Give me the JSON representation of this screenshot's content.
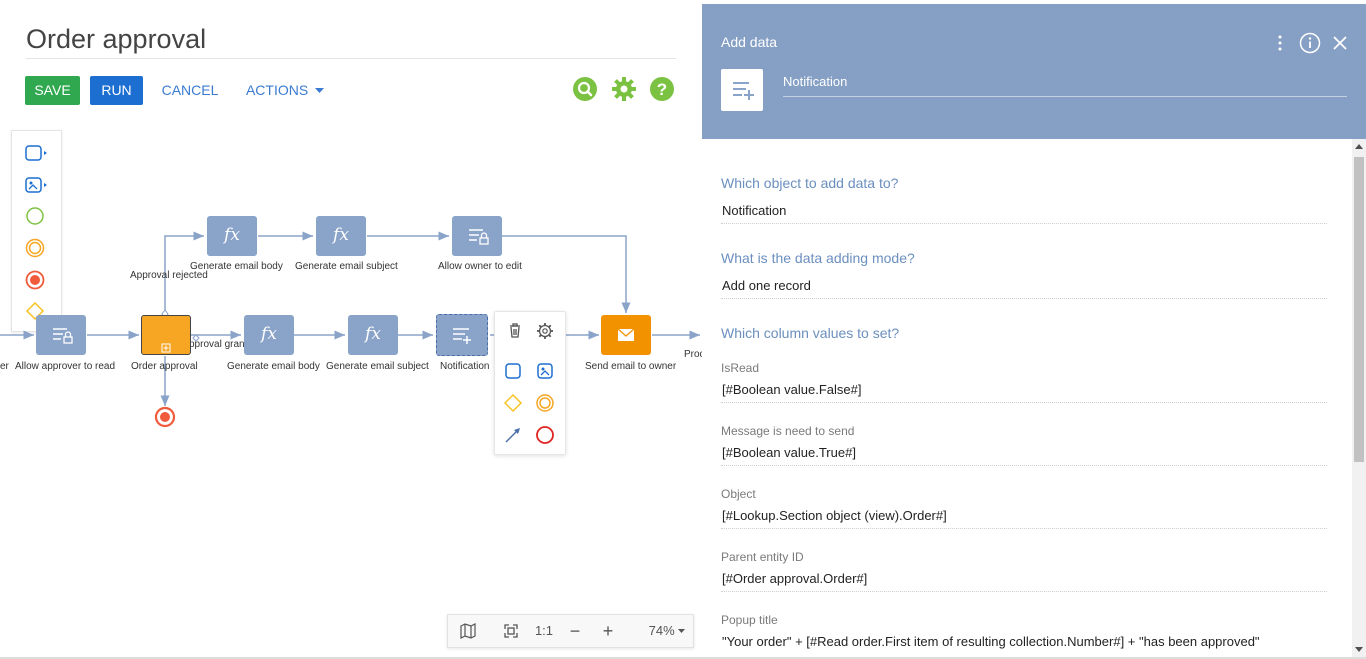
{
  "designer": {
    "title": "Order approval",
    "buttons": {
      "save": "SAVE",
      "run": "RUN",
      "cancel": "CANCEL",
      "actions": "ACTIONS"
    },
    "toolbar_icons": [
      "search-icon",
      "settings-gear-icon",
      "help-icon"
    ],
    "palette_icons": [
      "task-icon",
      "subprocess-icon",
      "start-event-icon",
      "intermediate-event-icon",
      "end-event-icon",
      "gateway-icon"
    ],
    "elements": {
      "allow_approver": "Allow approver to read",
      "order_approval": "Order approval",
      "gen_body_1": "Generate email body",
      "gen_subject_1": "Generate email subject",
      "notification": "Notification",
      "send_email": "Send email to owner",
      "gen_body_2": "Generate email body",
      "gen_subject_2": "Generate email subject",
      "allow_owner": "Allow owner to edit",
      "cut_left": "er",
      "cut_right": "Proc"
    },
    "flow_labels": {
      "rejected": "Approval rejected",
      "granted": "pproval grant"
    },
    "task_glyph": "fx",
    "context_menu_icons": [
      "delete-icon",
      "settings-gear-icon",
      "task-icon",
      "subprocess-icon",
      "gateway-icon",
      "intermediate-event-icon",
      "connector-arrow-icon",
      "end-event-icon"
    ],
    "zoom": {
      "scale_label": "1:1",
      "value": "74%"
    },
    "colors": {
      "save": "#2fa84f",
      "run": "#1c6fd1",
      "task": "#8aa3c8",
      "user_task": "#f6a623",
      "email_task": "#f39200",
      "end_event": "#f15a3a",
      "panel_header": "#86a0c5"
    }
  },
  "panel": {
    "header": "Add data",
    "element_name": "Notification",
    "header_icons": [
      "more-vertical-icon",
      "info-icon",
      "close-icon"
    ],
    "q_object": "Which object to add data to?",
    "object_value": "Notification",
    "q_mode": "What is the data adding mode?",
    "mode_value": "Add one record",
    "q_columns": "Which column values to set?",
    "fields": [
      {
        "label": "IsRead",
        "value": "[#Boolean value.False#]"
      },
      {
        "label": "Message is need to send",
        "value": "[#Boolean value.True#]"
      },
      {
        "label": "Object",
        "value": "[#Lookup.Section object (view).Order#]"
      },
      {
        "label": "Parent entity ID",
        "value": "[#Order approval.Order#]"
      },
      {
        "label": "Popup title",
        "value": "\"Your order\" + [#Read order.First item of resulting collection.Number#] + \"has been approved\""
      }
    ]
  }
}
